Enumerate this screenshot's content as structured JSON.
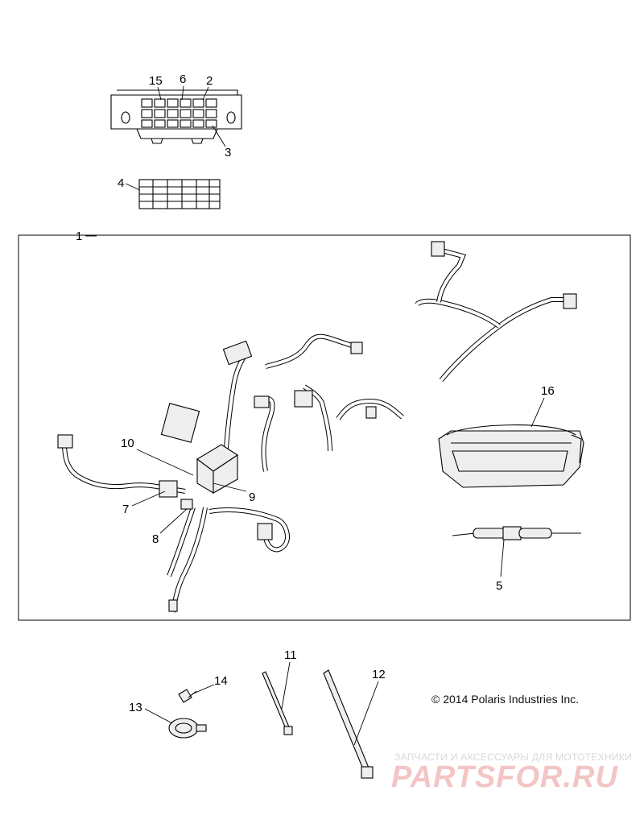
{
  "callouts": {
    "c1": "1",
    "c2": "2",
    "c3": "3",
    "c4": "4",
    "c5": "5",
    "c6": "6",
    "c7": "7",
    "c8": "8",
    "c9": "9",
    "c10": "10",
    "c11": "11",
    "c12": "12",
    "c13": "13",
    "c14": "14",
    "c15": "15",
    "c16": "16"
  },
  "copyright": "© 2014 Polaris Industries Inc.",
  "watermark": {
    "tagline": "ЗАПЧАСТИ И АКСЕССУАРЫ ДЛЯ МОТОТЕХНИКИ",
    "brand": "PARTSFOR.RU"
  }
}
